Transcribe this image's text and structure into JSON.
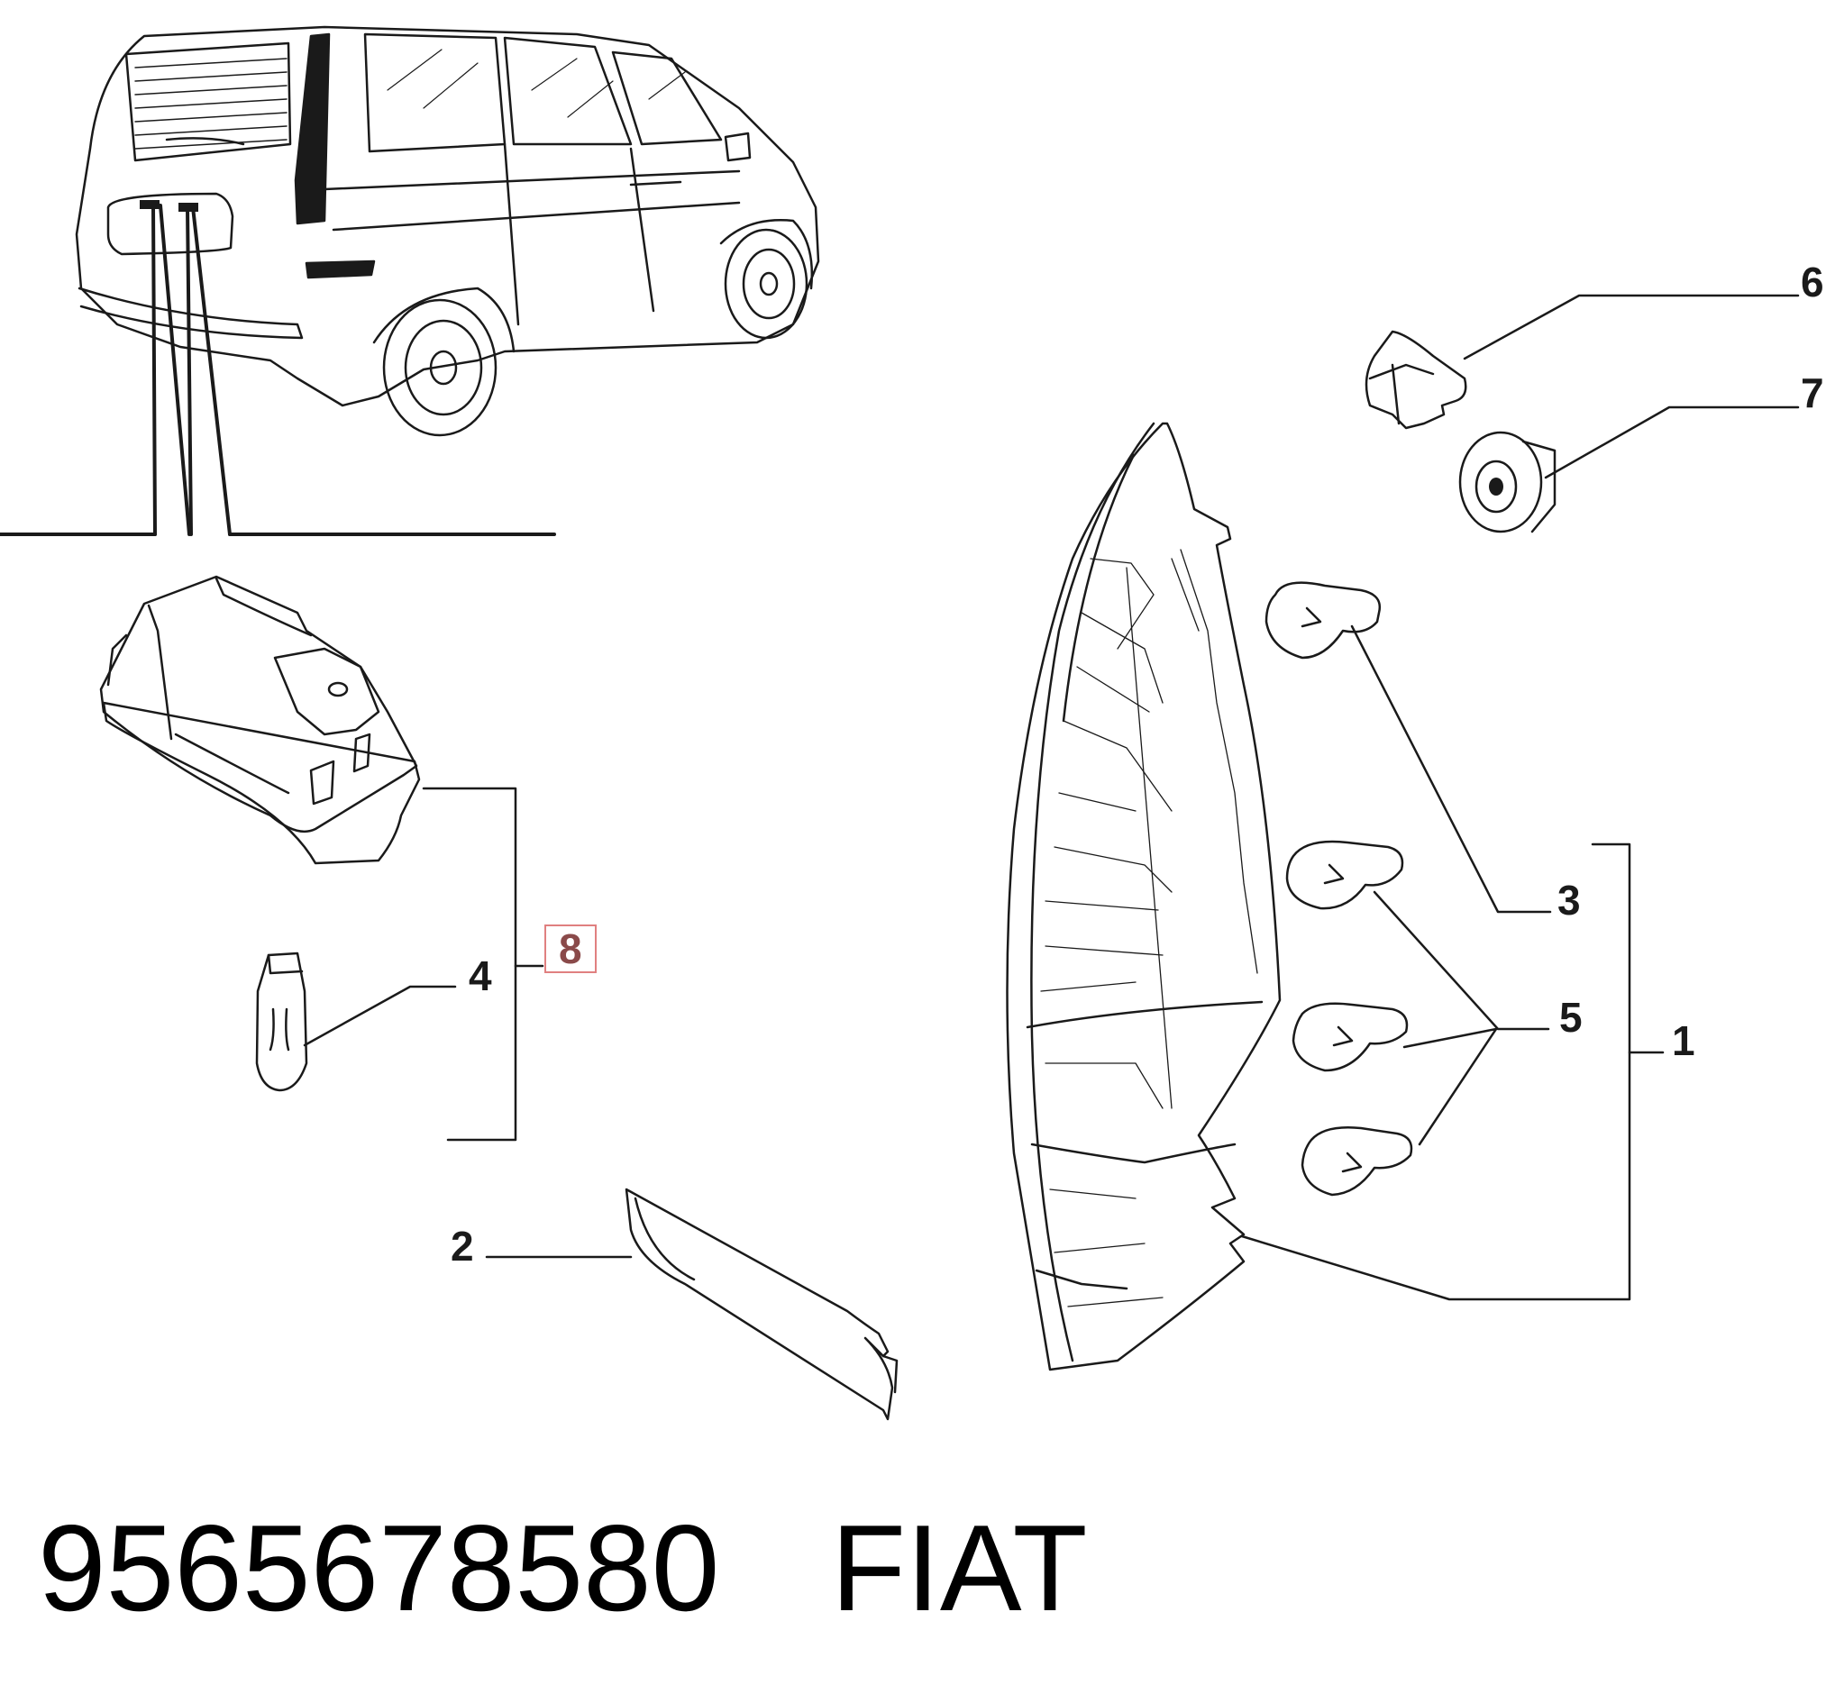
{
  "footer": {
    "part_number": "9565678580",
    "brand": "FIAT"
  },
  "callouts": {
    "c1": "1",
    "c2": "2",
    "c3": "3",
    "c4": "4",
    "c5": "5",
    "c6": "6",
    "c7": "7",
    "c8": "8"
  },
  "colors": {
    "line": "#1a1a1a",
    "highlight_border": "#e08080",
    "highlight_text": "#8a4a4a"
  }
}
